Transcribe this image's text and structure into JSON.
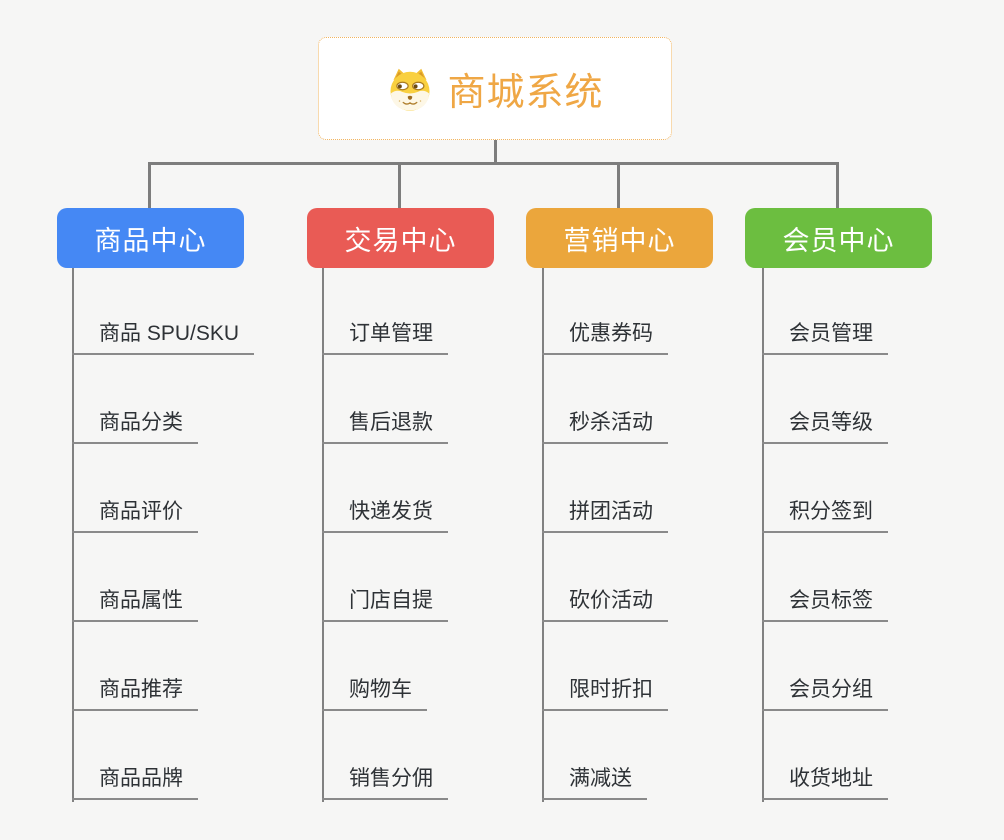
{
  "root": {
    "title": "商城系统",
    "icon": "doge-dog-icon"
  },
  "colors": {
    "background": "#f6f6f5",
    "root_border": "#f2b45e",
    "root_title": "#efa745",
    "connector": "#7d7d7d",
    "leaf_underline": "#8a8a8a",
    "leaf_text": "#2e3236",
    "branch_product": "#4588f4",
    "branch_trade": "#e95b55",
    "branch_marketing": "#eba63c",
    "branch_member": "#6cbe40"
  },
  "branches": [
    {
      "id": "product-center",
      "label": "商品中心",
      "color": "#4588f4",
      "items": [
        "商品 SPU/SKU",
        "商品分类",
        "商品评价",
        "商品属性",
        "商品推荐",
        "商品品牌"
      ]
    },
    {
      "id": "trade-center",
      "label": "交易中心",
      "color": "#e95b55",
      "items": [
        "订单管理",
        "售后退款",
        "快递发货",
        "门店自提",
        "购物车",
        "销售分佣"
      ]
    },
    {
      "id": "marketing-center",
      "label": "营销中心",
      "color": "#eba63c",
      "items": [
        "优惠券码",
        "秒杀活动",
        "拼团活动",
        "砍价活动",
        "限时折扣",
        "满减送"
      ]
    },
    {
      "id": "member-center",
      "label": "会员中心",
      "color": "#6cbe40",
      "items": [
        "会员管理",
        "会员等级",
        "积分签到",
        "会员标签",
        "会员分组",
        "收货地址"
      ]
    }
  ]
}
